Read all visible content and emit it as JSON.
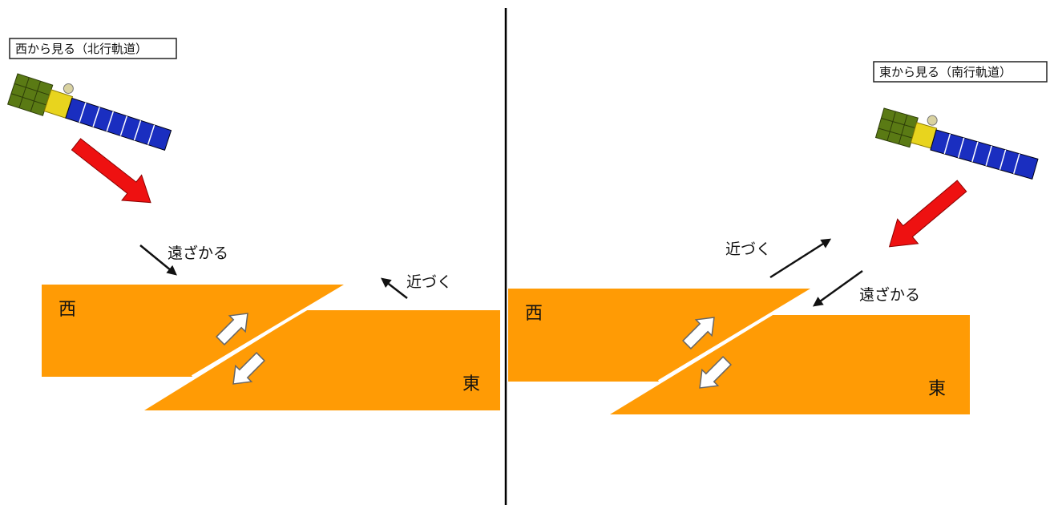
{
  "colors": {
    "block": "#FF9B05",
    "fault_arrow_fill": "#ffffff",
    "beam_arrow": "#EE1111",
    "panel_green": "#5A7A14",
    "panel_blue": "#1A2EC0",
    "bus_yellow": "#E8D41E",
    "divider": "#000000"
  },
  "left_panel": {
    "title": "西から見る（北行軌道）",
    "receding": "遠ざかる",
    "approaching": "近づく",
    "west": "西",
    "east": "東"
  },
  "right_panel": {
    "title": "東から見る（南行軌道）",
    "receding": "遠ざかる",
    "approaching": "近づく",
    "west": "西",
    "east": "東"
  }
}
